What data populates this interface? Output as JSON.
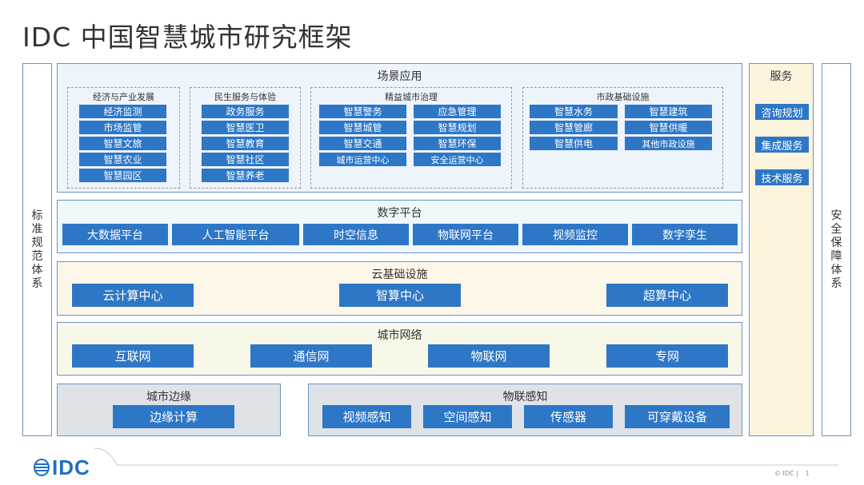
{
  "title": "IDC 中国智慧城市研究框架",
  "left_column": "标准规范体系",
  "right_column": "安全保障体系",
  "services": {
    "title": "服务",
    "items": [
      "咨询规划",
      "集成服务",
      "技术服务"
    ]
  },
  "scene": {
    "title": "场景应用",
    "groups": [
      {
        "title": "经济与产业发展",
        "items": [
          "经济监测",
          "市场监管",
          "智慧文旅",
          "智慧农业",
          "智慧园区"
        ]
      },
      {
        "title": "民生服务与体验",
        "items": [
          "政务服务",
          "智慧医卫",
          "智慧教育",
          "智慧社区",
          "智慧养老"
        ]
      },
      {
        "title": "精益城市治理",
        "items": [
          "智慧警务",
          "应急管理",
          "智慧城管",
          "智慧规划",
          "智慧交通",
          "智慧环保",
          "城市运营中心",
          "安全运营中心"
        ]
      },
      {
        "title": "市政基础设施",
        "items": [
          "智慧水务",
          "智慧建筑",
          "智慧管廊",
          "智慧供暖",
          "智慧供电",
          "其他市政设施"
        ]
      }
    ]
  },
  "digital": {
    "title": "数字平台",
    "items": [
      "大数据平台",
      "人工智能平台",
      "时空信息",
      "物联网平台",
      "视频监控",
      "数字孪生"
    ]
  },
  "cloud": {
    "title": "云基础设施",
    "items": [
      "云计算中心",
      "智算中心",
      "超算中心"
    ]
  },
  "network": {
    "title": "城市网络",
    "items": [
      "互联网",
      "通信网",
      "物联网",
      "专网"
    ]
  },
  "edge": {
    "title": "城市边缘",
    "items": [
      "边缘计算"
    ]
  },
  "iot": {
    "title": "物联感知",
    "items": [
      "视频感知",
      "空间感知",
      "传感器",
      "可穿戴设备"
    ]
  },
  "footer": {
    "logo": "IDC",
    "copyright": "© IDC |",
    "page": "1"
  },
  "colors": {
    "button": "#2e77c6",
    "border": "#6b93c4",
    "scene_bg": "#eef4fb",
    "digital_bg": "#eef7fa",
    "cloud_bg": "#fdf7ea",
    "network_bg": "#f8f8e8",
    "bottom_bg": "#dfe3e8",
    "services_bg": "#fdf4de"
  }
}
